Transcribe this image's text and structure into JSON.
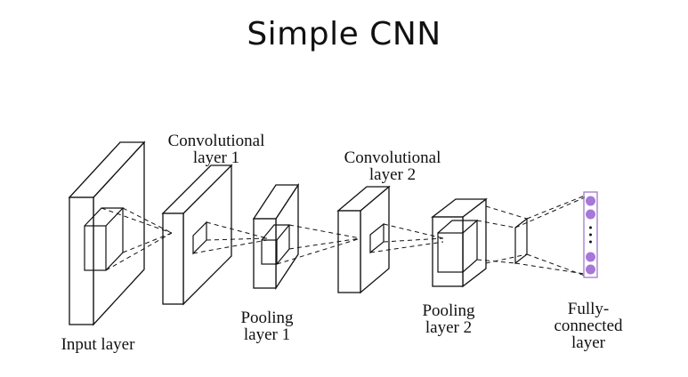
{
  "title": "Simple CNN",
  "labels": {
    "input": [
      "Input layer"
    ],
    "conv1": [
      "Convolutional",
      "layer 1"
    ],
    "pool1": [
      "Pooling",
      "layer 1"
    ],
    "conv2": [
      "Convolutional",
      "layer 2"
    ],
    "pool2": [
      "Pooling",
      "layer 2"
    ],
    "fc": [
      "Fully-",
      "connected",
      "layer"
    ]
  },
  "colors": {
    "ink": "#111111",
    "neuron": "#a678d8",
    "fc_border": "#9a6cc8"
  }
}
